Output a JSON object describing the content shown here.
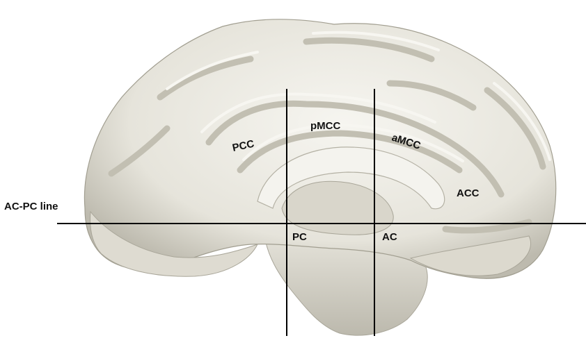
{
  "labels": {
    "acpc_line": "AC-PC line",
    "pcc": "PCC",
    "pmcc": "pMCC",
    "amcc": "aMCC",
    "acc": "ACC",
    "pc": "PC",
    "ac": "AC"
  },
  "colors": {
    "brain_fill": "#e9e7df",
    "brain_shadow": "#b9b6aa",
    "brain_highlight": "#f8f7f3",
    "gyrus_groove": "#c4c1b5",
    "line": "#000000"
  }
}
